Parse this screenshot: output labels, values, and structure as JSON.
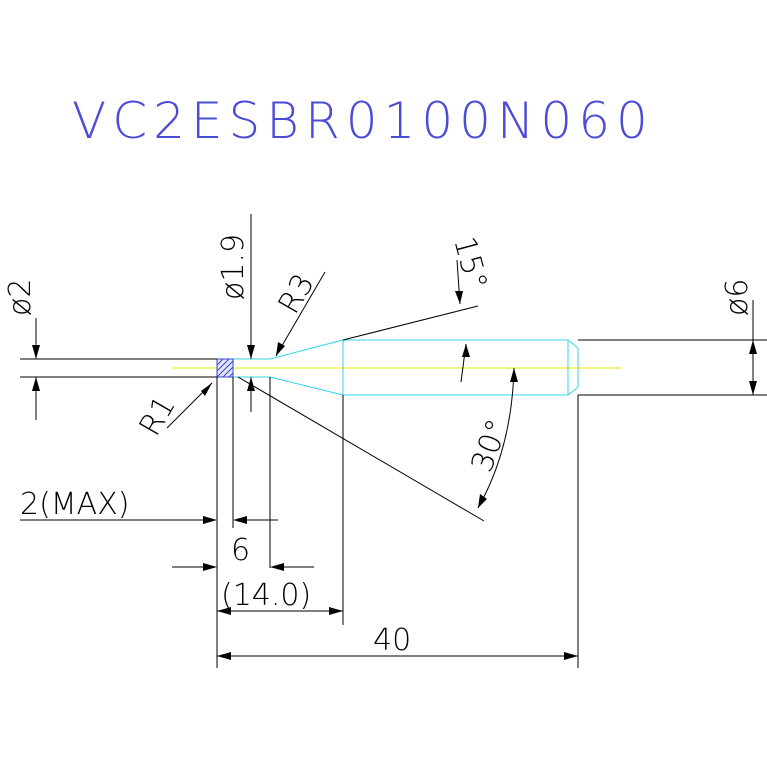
{
  "title": "VC2ESBR0100N060",
  "colors": {
    "title": "#4b4bd8",
    "outline": "#000000",
    "tool_edge": "#33d6e6",
    "center_line": "#e8e800",
    "background": "#ffffff"
  },
  "labels": {
    "shank_diameter_small": "ø2",
    "neck_diameter": "ø1.9",
    "radius_neck": "R3",
    "angle_taper": "15°",
    "shank_diameter_large": "ø6",
    "radius_tip": "R1",
    "angle_cut": "30°",
    "length_max": "2(MAX)",
    "length_flute": "6",
    "length_neck": "(14.0)",
    "length_overall": "40"
  }
}
